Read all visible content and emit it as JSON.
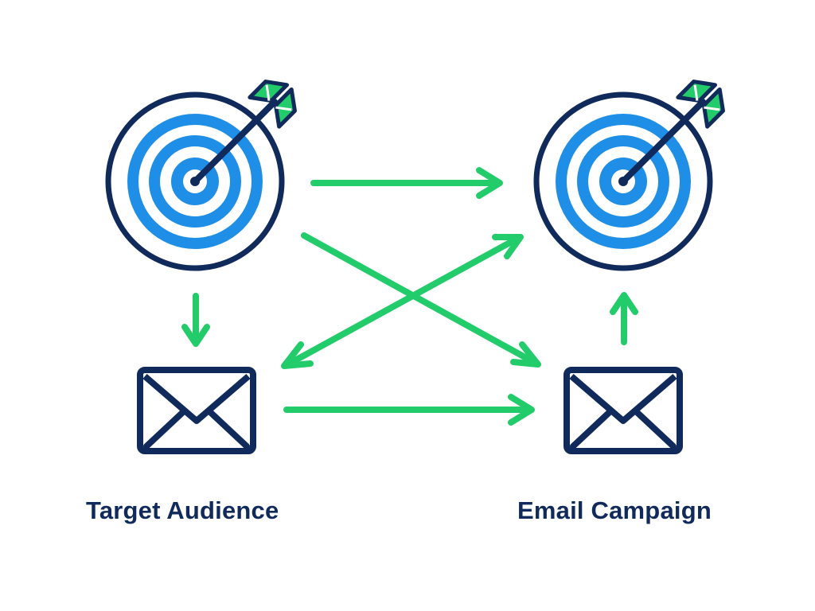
{
  "labels": {
    "left": "Target Audience",
    "right": "Email Campaign"
  },
  "nodes": [
    {
      "id": "target-left",
      "icon": "target-arrow-icon"
    },
    {
      "id": "target-right",
      "icon": "target-arrow-icon"
    },
    {
      "id": "email-left",
      "icon": "envelope-icon"
    },
    {
      "id": "email-right",
      "icon": "envelope-icon"
    }
  ],
  "connections": [
    {
      "from": "target-left",
      "to": "target-right"
    },
    {
      "from": "target-left",
      "to": "email-right"
    },
    {
      "from": "target-right",
      "to": "email-left"
    },
    {
      "from": "target-left",
      "to": "email-left"
    },
    {
      "from": "email-left",
      "to": "email-right"
    },
    {
      "from": "email-right",
      "to": "target-right"
    }
  ],
  "colors": {
    "navy": "#102a5c",
    "blue": "#1f8ee6",
    "green": "#22cc6a",
    "white": "#ffffff"
  }
}
